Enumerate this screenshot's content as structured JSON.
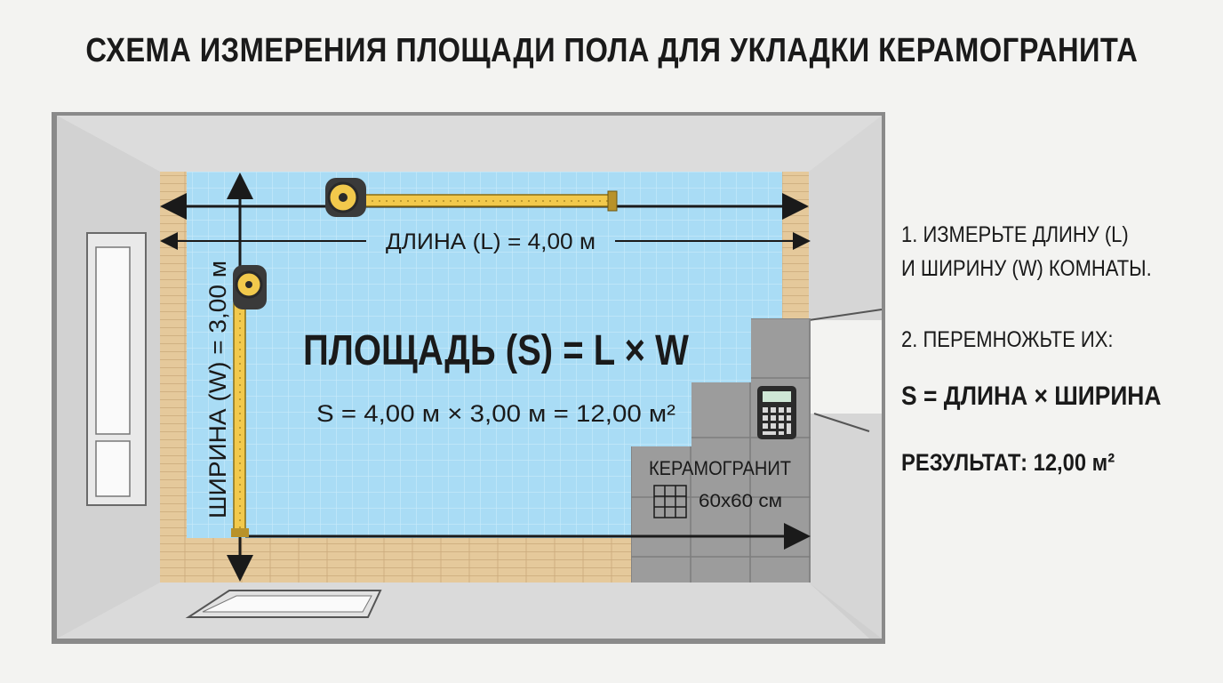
{
  "title": "СХЕМА ИЗМЕРЕНИЯ ПЛОЩАДИ ПОЛА ДЛЯ УКЛАДКИ КЕРАМОГРАНИТА",
  "room": {
    "length_label": "ДЛИНА (L) = 4,00 м",
    "width_label": "ШИРИНА (W) = 3,00 м",
    "area_formula": "ПЛОЩАДЬ (S) = L × W",
    "area_calc": "S = 4,00 м × 3,00 м = 12,00 м²",
    "tile_name": "КЕРАМОГРАНИТ",
    "tile_size": "60x60 см"
  },
  "steps": {
    "step1_line1": "1. ИЗМЕРЬТЕ ДЛИНУ (L)",
    "step1_line2": "И ШИРИНУ (W) КОМНАТЫ.",
    "step2": "2. ПЕРЕМНОЖЬТЕ ИХ:",
    "formula": "S = ДЛИНА × ШИРИНА",
    "result": "РЕЗУЛЬТАТ: 12,00 м²"
  },
  "icons": [
    "tape-measure-icon",
    "calculator-icon",
    "tile-grid-icon",
    "window-icon",
    "door-icon"
  ],
  "colors": {
    "floor": "#a9dcf5",
    "wood": "#e5c99b",
    "tile": "#9a9a9a",
    "tape": "#f2c94c",
    "wall": "#d3d3d3"
  }
}
